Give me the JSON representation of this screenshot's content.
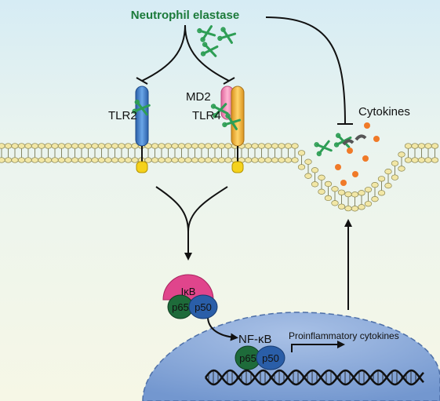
{
  "title": "Neutrophil elastase",
  "receptors": {
    "tlr2": "TLR2",
    "tlr4": "TLR4",
    "md2": "MD2"
  },
  "cytokines_label": "Cytokines",
  "ikb": {
    "prefix": "I",
    "kappa": "κ",
    "suffix": "B"
  },
  "nfkb": {
    "prefix": "NF-",
    "kappa": "κ",
    "suffix": "B"
  },
  "subunits": {
    "p65": "p65",
    "p50": "p50"
  },
  "proinflammatory_label": "Proinflammatory cytokines",
  "colors": {
    "title": "#1b7a3a",
    "background_top": "#d6ecf4",
    "background_bottom": "#f6f7e6",
    "membrane_head": "#f2e7a6",
    "tlr2": "#3f7fcf",
    "tlr4": "#f2b53a",
    "md2": "#f08fb8",
    "ikb": "#e0458c",
    "p65": "#1e6b3a",
    "p50": "#2a5ea8",
    "nucleus": "#7ea2d8",
    "cytokine_dot": "#f07a28",
    "elastase": "#2e9e55"
  }
}
